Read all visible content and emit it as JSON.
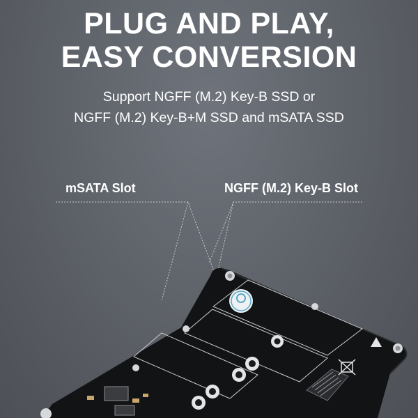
{
  "headline": {
    "line1": "PLUG AND PLAY,",
    "line2": "EASY CONVERSION"
  },
  "subheading": {
    "line1": "Support NGFF (M.2) Key-B SSD or",
    "line2": "NGFF (M.2) Key-B+M SSD and mSATA SSD"
  },
  "callouts": {
    "msata": "mSATA Slot",
    "ngff": "NGFF (M.2) Key-B Slot"
  },
  "board": {
    "pcb_color": "#121314",
    "silkscreen_color": "#d9dcdf",
    "logo_accent": "#5aa9c8"
  }
}
